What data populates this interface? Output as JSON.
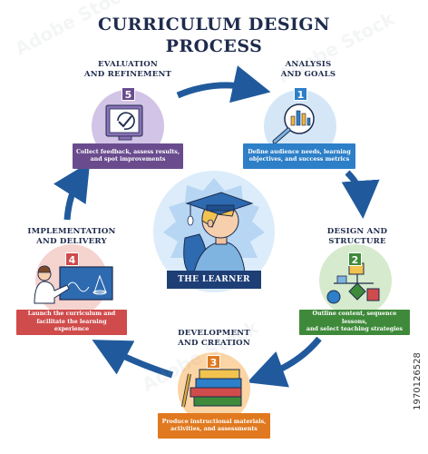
{
  "title_line1": "CURRICULUM DESIGN",
  "title_line2": "PROCESS",
  "center_label": "THE LEARNER",
  "stock_id": "197012652​8",
  "watermark": "Adobe Stock",
  "colors": {
    "navy": "#1e2b4d",
    "arrow": "#215a9c",
    "step1": "#2d7fc8",
    "step2": "#3f8a3a",
    "step3": "#e0791f",
    "step4": "#d04b4b",
    "step5": "#6a4c8e"
  },
  "steps": [
    {
      "number": "1",
      "title_line1": "ANALYSIS",
      "title_line2": "AND GOALS",
      "desc_line1": "Define audience needs, learning",
      "desc_line2": "objectives, and success metrics",
      "icon": "magnifier-chart-icon"
    },
    {
      "number": "2",
      "title_line1": "DESIGN AND",
      "title_line2": "STRUCTURE",
      "desc_line1": "Outline content, sequence lessons,",
      "desc_line2": "and select teaching strategies",
      "icon": "flowchart-icon"
    },
    {
      "number": "3",
      "title_line1": "DEVELOPMENT",
      "title_line2": "AND CREATION",
      "desc_line1": "Produce instructional materials,",
      "desc_line2": "activities, and assessments",
      "icon": "books-pencil-icon"
    },
    {
      "number": "4",
      "title_line1": "IMPLEMENTATION",
      "title_line2": "AND DELIVERY",
      "desc_line1": "Launch the curriculum and",
      "desc_line2": "facilitate the learning experience",
      "icon": "teacher-board-icon"
    },
    {
      "number": "5",
      "title_line1": "EVALUATION",
      "title_line2": "AND REFINEMENT",
      "desc_line1": "Collect feedback, assess results,",
      "desc_line2": "and spot improvements",
      "icon": "refresh-check-icon"
    }
  ]
}
